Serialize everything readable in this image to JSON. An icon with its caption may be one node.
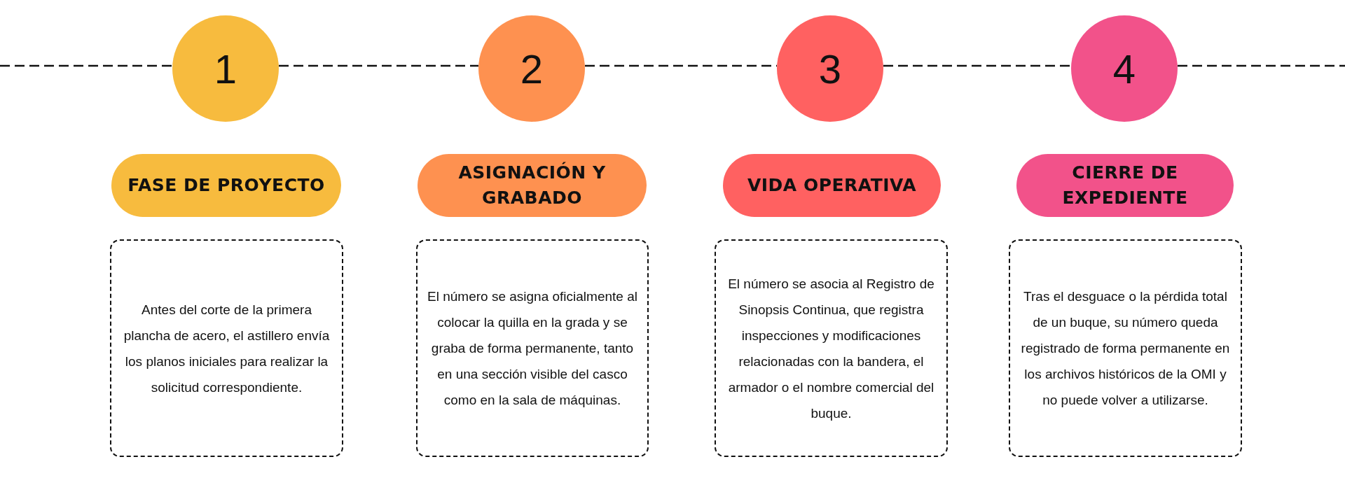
{
  "diagram": {
    "nodes": [
      {
        "text": [
          "1"
        ]
      },
      {
        "text": [
          "2"
        ]
      },
      {
        "text": [
          "3"
        ]
      },
      {
        "text": [
          "4"
        ]
      },
      {
        "text": [
          "FASE DE PROYECTO"
        ]
      },
      {
        "text": [
          "ASIGNACIÓN Y GRABADO"
        ]
      },
      {
        "text": [
          "VIDA OPERATIVA"
        ]
      },
      {
        "text": [
          "CIERRE DE EXPEDIENTE"
        ]
      },
      {
        "text": [
          "Antes del corte de la primera plancha de acero, el astillero envía los planos iniciales para realizar la solicitud correspondiente."
        ]
      },
      {
        "text": [
          "El número se asigna oficialmente al colocar la quilla en la grada y se graba de forma permanente, tanto en una sección visible del casco como en la sala de máquinas."
        ]
      },
      {
        "text": [
          "El número se asocia al Registro de Sinopsis Continua, que registra inspecciones y modificaciones relacionadas con la bandera, el armador o el nombre comercial del buque."
        ]
      },
      {
        "text": [
          "Tras el desguace o la pérdida total de un buque, su número queda registrado de forma permanente en los archivos históricos de la OMI y no puede volver a utilizarse."
        ]
      }
    ],
    "edges": [
      {
        "from": null,
        "to": 0,
        "arrow": "none",
        "style": "dashed"
      },
      {
        "from": 0,
        "to": 1,
        "arrow": "none",
        "style": "dashed"
      },
      {
        "from": 1,
        "to": 2,
        "arrow": "none",
        "style": "dashed"
      },
      {
        "from": 2,
        "to": 3,
        "arrow": "none",
        "style": "dashed"
      },
      {
        "from": 3,
        "to": null,
        "arrow": "none",
        "style": "dashed"
      }
    ]
  }
}
